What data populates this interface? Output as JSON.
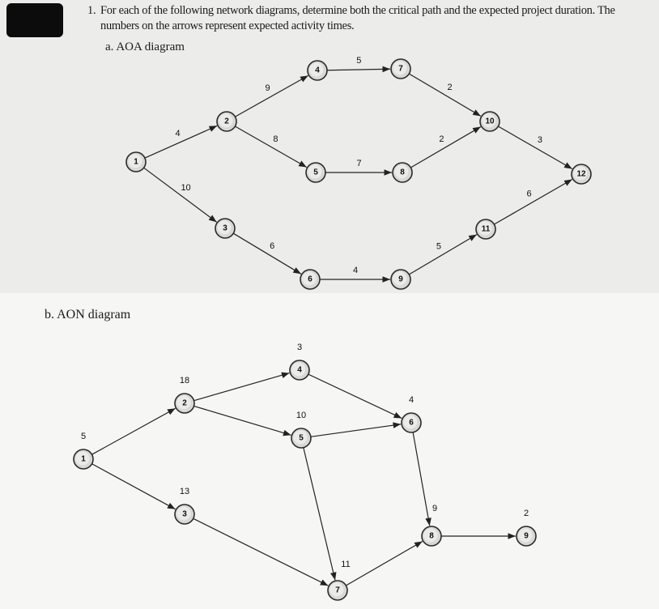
{
  "question": {
    "number": "1.",
    "text": "For each of the following network diagrams, determine both the critical path and the expected project duration. The numbers on the arrows represent expected activity times."
  },
  "part_a": {
    "label": "a. AOA diagram",
    "nodes": [
      "1",
      "2",
      "3",
      "4",
      "5",
      "6",
      "7",
      "8",
      "9",
      "10",
      "11",
      "12"
    ],
    "edges": [
      {
        "from": "1",
        "to": "2",
        "time": "4"
      },
      {
        "from": "1",
        "to": "3",
        "time": "10"
      },
      {
        "from": "2",
        "to": "4",
        "time": "9"
      },
      {
        "from": "2",
        "to": "5",
        "time": "8"
      },
      {
        "from": "3",
        "to": "6",
        "time": "6"
      },
      {
        "from": "4",
        "to": "7",
        "time": "5"
      },
      {
        "from": "5",
        "to": "8",
        "time": "7"
      },
      {
        "from": "6",
        "to": "9",
        "time": "4"
      },
      {
        "from": "7",
        "to": "10",
        "time": "2"
      },
      {
        "from": "8",
        "to": "10",
        "time": "2"
      },
      {
        "from": "9",
        "to": "11",
        "time": "5"
      },
      {
        "from": "10",
        "to": "12",
        "time": "3"
      },
      {
        "from": "11",
        "to": "12",
        "time": "6"
      }
    ]
  },
  "part_b": {
    "label": "b. AON diagram",
    "nodes": [
      {
        "id": "1",
        "time": "5"
      },
      {
        "id": "2",
        "time": "18"
      },
      {
        "id": "3",
        "time": "13"
      },
      {
        "id": "4",
        "time": "3"
      },
      {
        "id": "5",
        "time": "10"
      },
      {
        "id": "6",
        "time": "4"
      },
      {
        "id": "7",
        "time": "11"
      },
      {
        "id": "8",
        "time": "9"
      },
      {
        "id": "9",
        "time": "2"
      }
    ],
    "edges": [
      {
        "from": "1",
        "to": "2"
      },
      {
        "from": "1",
        "to": "3"
      },
      {
        "from": "2",
        "to": "4"
      },
      {
        "from": "2",
        "to": "5"
      },
      {
        "from": "4",
        "to": "6"
      },
      {
        "from": "5",
        "to": "6"
      },
      {
        "from": "5",
        "to": "7"
      },
      {
        "from": "3",
        "to": "7"
      },
      {
        "from": "6",
        "to": "8"
      },
      {
        "from": "7",
        "to": "8"
      },
      {
        "from": "8",
        "to": "9"
      }
    ]
  }
}
